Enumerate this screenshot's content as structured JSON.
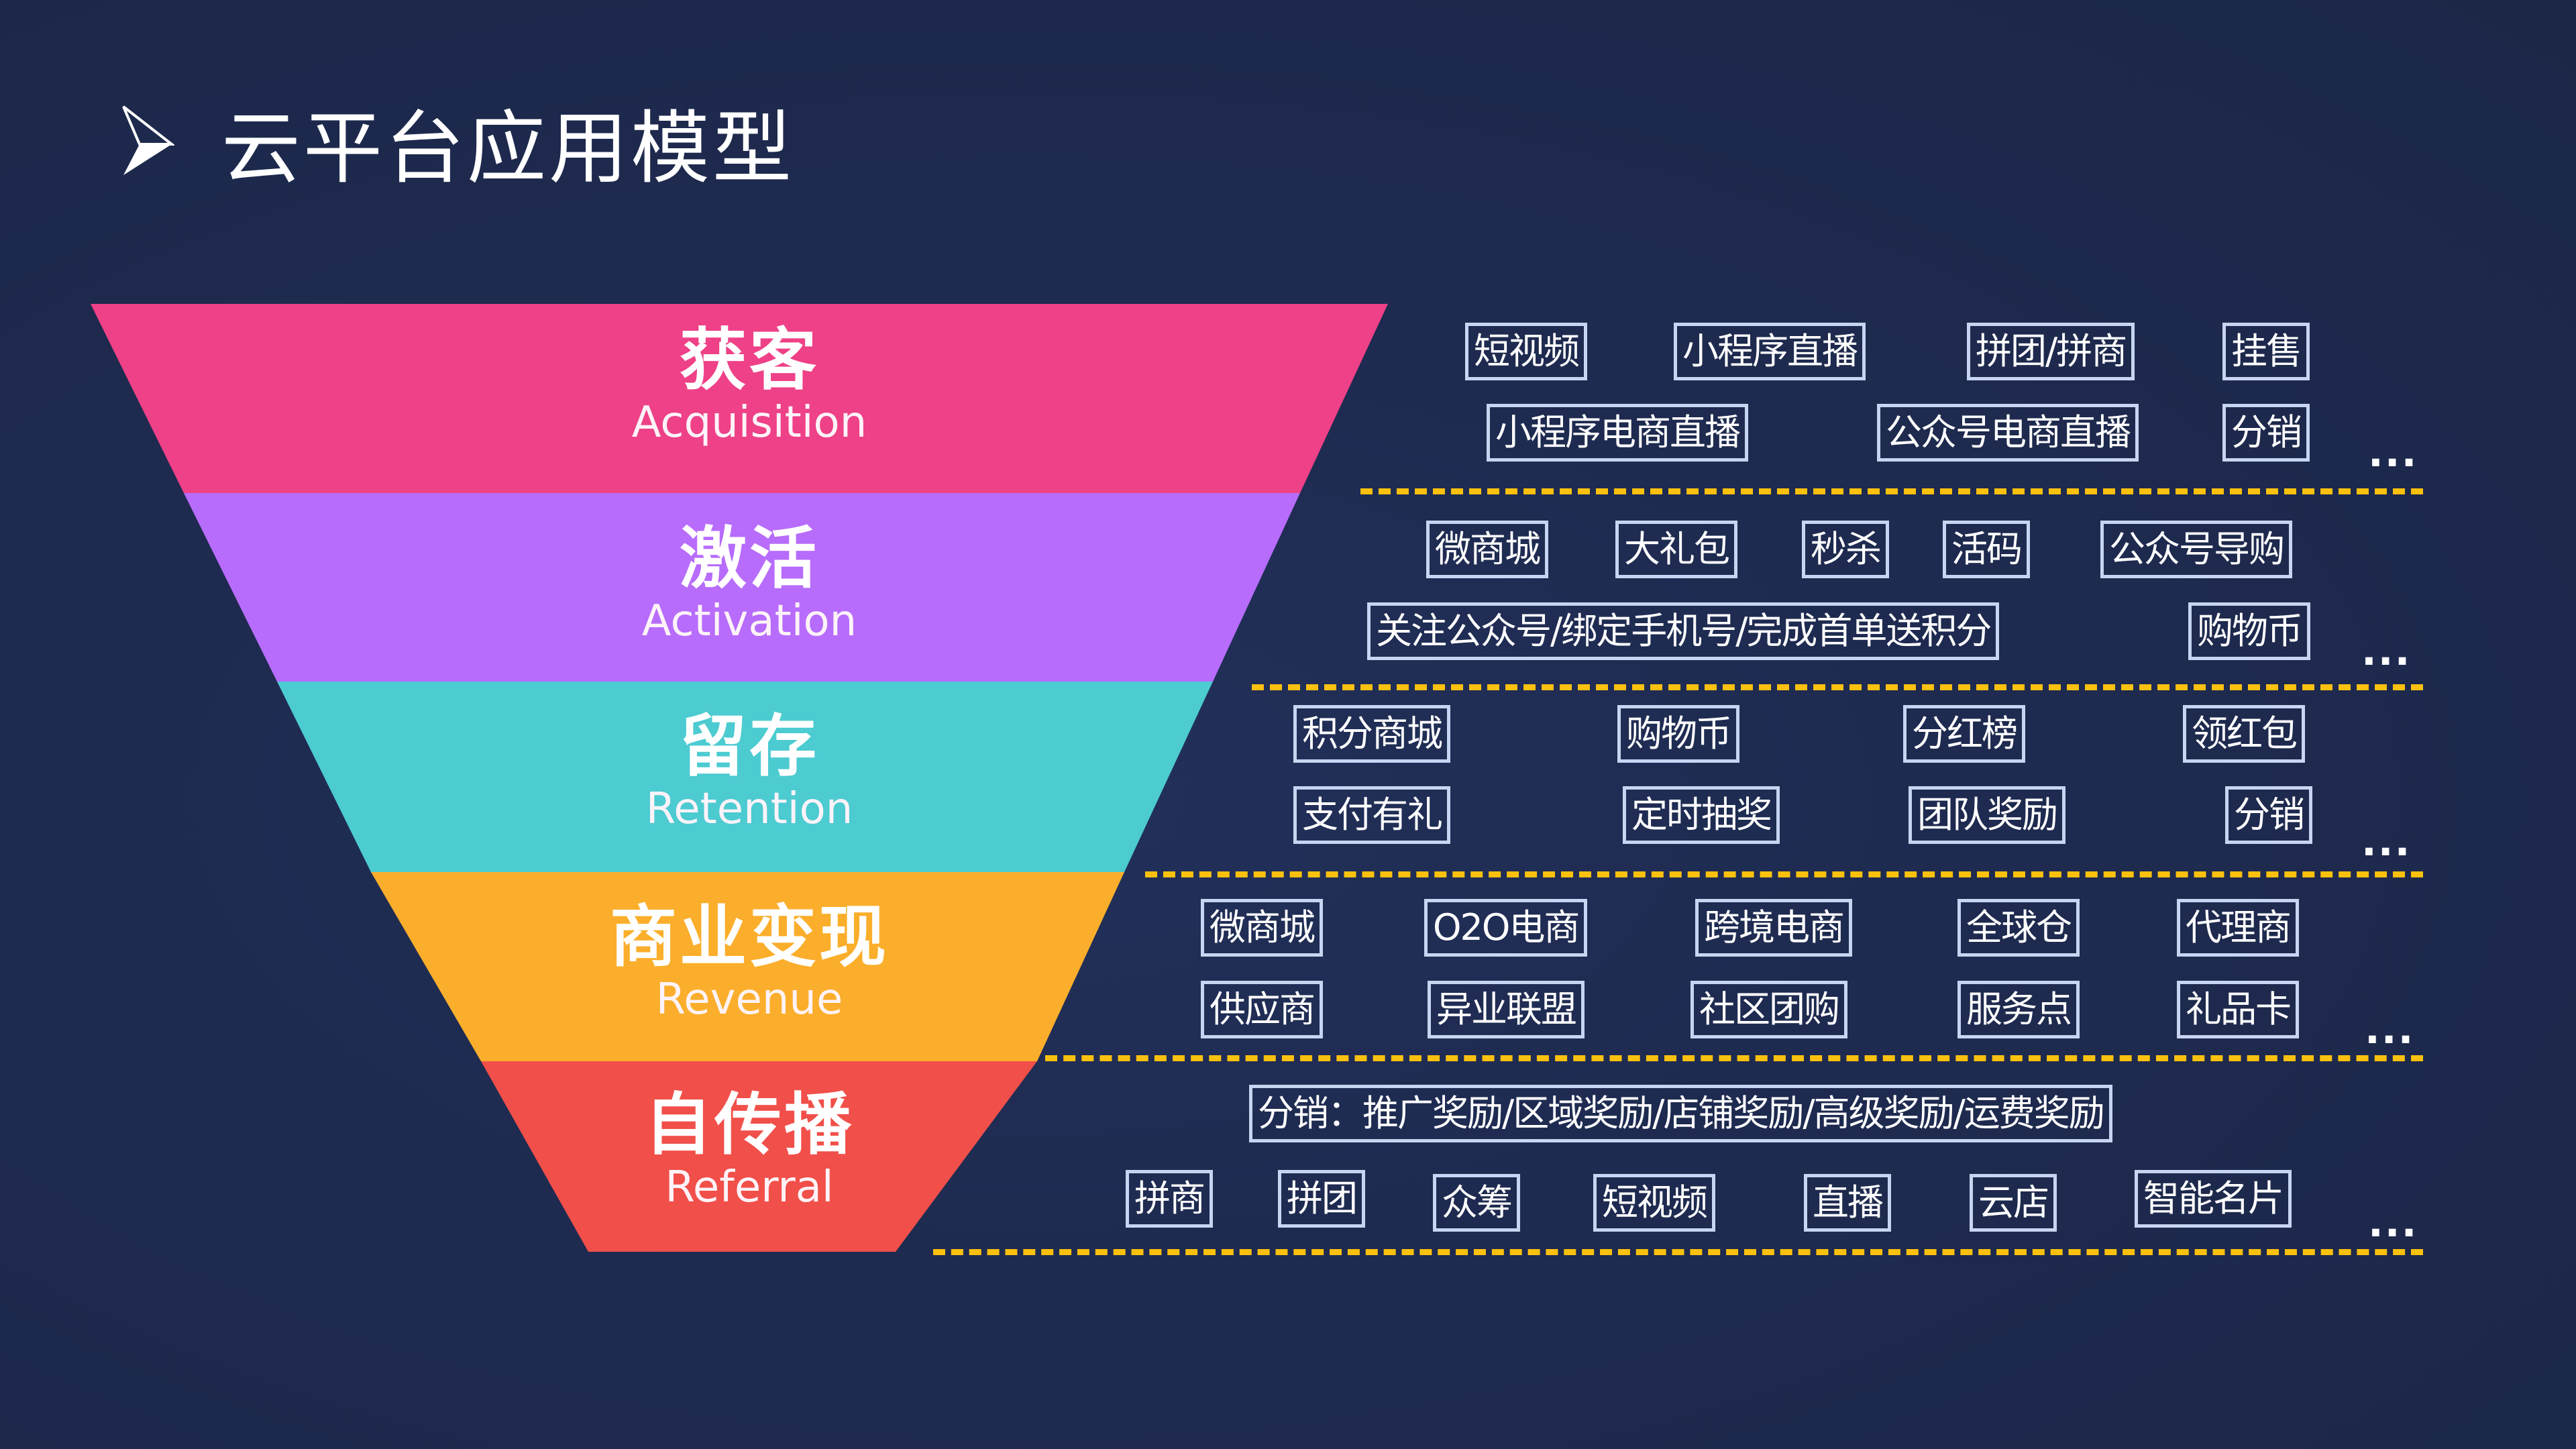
{
  "title": {
    "text": "云平台应用模型",
    "bullet_icon": "arrowhead-bullet-icon"
  },
  "colors": {
    "background": "#1e2a4d",
    "acquisition": "#ee4187",
    "activation": "#b76cfb",
    "retention": "#4ccbd1",
    "revenue": "#fbae2b",
    "referral": "#f14f49",
    "dash": "#fcc10e",
    "tag_border": "#c7d5f2"
  },
  "funnel": [
    {
      "cn": "获客",
      "en": "Acquisition"
    },
    {
      "cn": "激活",
      "en": "Activation"
    },
    {
      "cn": "留存",
      "en": "Retention"
    },
    {
      "cn": "商业变现",
      "en": "Revenue"
    },
    {
      "cn": "自传播",
      "en": "Referral"
    }
  ],
  "stages": [
    {
      "row1": [
        "短视频",
        "小程序直播",
        "拼团/拼商",
        "挂售"
      ],
      "row2": [
        "小程序电商直播",
        "公众号电商直播",
        "分销"
      ],
      "more": "..."
    },
    {
      "row1": [
        "微商城",
        "大礼包",
        "秒杀",
        "活码",
        "公众号导购"
      ],
      "row2": [
        "关注公众号/绑定手机号/完成首单送积分",
        "购物币"
      ],
      "more": "..."
    },
    {
      "row1": [
        "积分商城",
        "购物币",
        "分红榜",
        "领红包"
      ],
      "row2": [
        "支付有礼",
        "定时抽奖",
        "团队奖励",
        "分销"
      ],
      "more": "..."
    },
    {
      "row1": [
        "微商城",
        "O2O电商",
        "跨境电商",
        "全球仓",
        "代理商"
      ],
      "row2": [
        "供应商",
        "异业联盟",
        "社区团购",
        "服务点",
        "礼品卡"
      ],
      "more": "..."
    },
    {
      "row1": [
        "分销：推广奖励/区域奖励/店铺奖励/高级奖励/运费奖励"
      ],
      "row2": [
        "拼商",
        "拼团",
        "众筹",
        "短视频",
        "直播",
        "云店",
        "智能名片"
      ],
      "more": "..."
    }
  ]
}
